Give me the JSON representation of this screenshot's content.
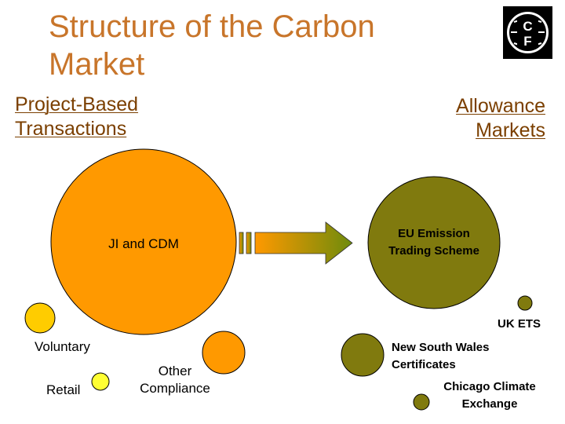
{
  "title": "Structure of the Carbon Market",
  "left_heading": "Project-Based Transactions",
  "right_heading": "Allowance Markets",
  "logo": {
    "letters": "C F",
    "icon": "cf-globe-logo"
  },
  "nodes": {
    "ji_cdm": "JI and CDM",
    "eu_ets": "EU Emission Trading Scheme",
    "uk_ets": "UK ETS",
    "voluntary": "Voluntary",
    "retail": "Retail",
    "other_compliance": "Other Compliance",
    "nsw": "New South Wales Certificates",
    "chicago": "Chicago Climate Exchange"
  },
  "colors": {
    "title": "#c8752a",
    "heading": "#7b3f00",
    "orange": "#ff9900",
    "olive": "#807a0e",
    "yellow": "#ffd700",
    "arrow_start": "#ff9900",
    "arrow_end": "#6e8b0c"
  }
}
